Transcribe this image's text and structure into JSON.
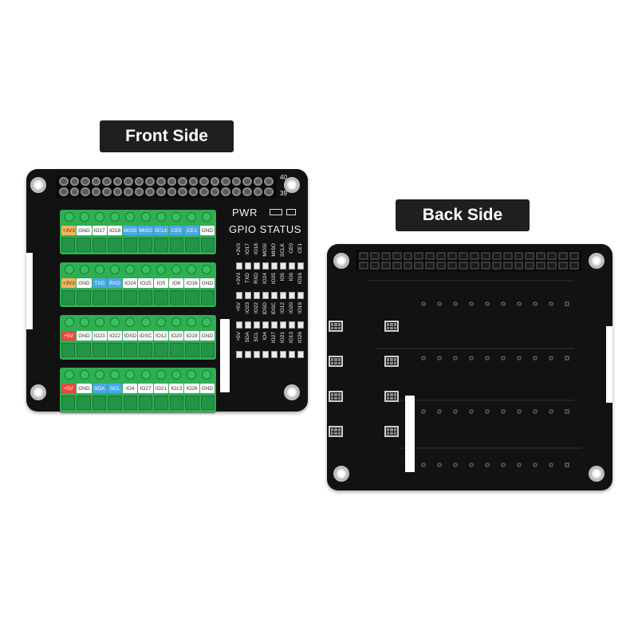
{
  "front_label": "Front Side",
  "back_label": "Back Side",
  "front_board": {
    "header_numbers": {
      "top": "40",
      "bottom": "39"
    },
    "pwr": "PWR",
    "gpio_status": "GPIO STATUS",
    "terminal_blocks": [
      [
        "+3V3",
        "GND",
        "IO17",
        "IO18",
        "MOSI",
        "MISO",
        "SCLK",
        "CE0",
        "CE1",
        "GND"
      ],
      [
        "+3V3",
        "GND",
        "TXD",
        "RXD",
        "IO24",
        "IO25",
        "IO5",
        "IO6",
        "IO16",
        "GND"
      ],
      [
        "+5V",
        "GND",
        "IO23",
        "IO22",
        "IDSD",
        "IDSC",
        "IO12",
        "IO20",
        "IO19",
        "GND"
      ],
      [
        "+5V",
        "GND",
        "SDA",
        "SCL",
        "IO4",
        "IO27",
        "IO21",
        "IO13",
        "IO26",
        "GND"
      ]
    ],
    "status_columns": [
      [
        "+3V3",
        "IO17",
        "IO18",
        "MOSI",
        "MISO",
        "SCLK",
        "CE0",
        "CE1"
      ],
      [
        "+3V3",
        "TXD",
        "RXD",
        "IO24",
        "IO25",
        "IO5",
        "IO6",
        "IO16"
      ],
      [
        "+5V",
        "IO23",
        "IO22",
        "IDSD",
        "IDSC",
        "IO12",
        "IO20",
        "IO19"
      ],
      [
        "+5V",
        "SDA",
        "SCL",
        "IO4",
        "IO27",
        "IO21",
        "IO13",
        "IO26"
      ]
    ],
    "colors": {
      "orange": "#f4b55a",
      "blue": "#49a8e6",
      "red": "#e8483f",
      "terminal_green": "#2fae52"
    }
  }
}
